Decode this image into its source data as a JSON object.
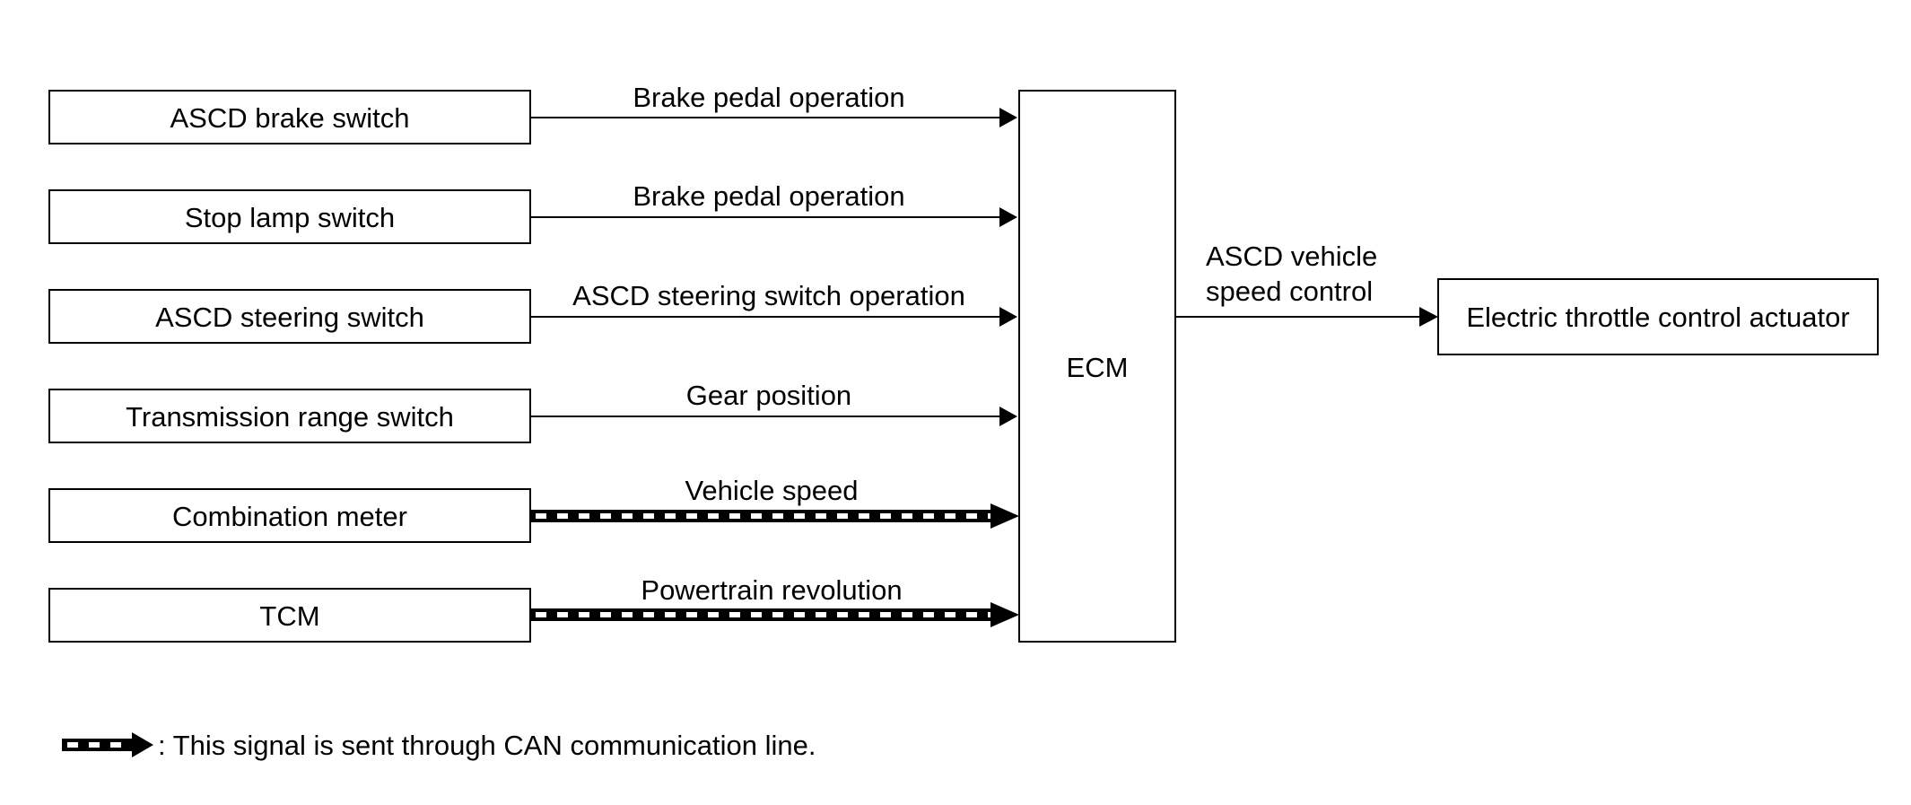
{
  "inputs": [
    {
      "label": "ASCD brake switch",
      "signal": "Brake pedal operation",
      "can": false
    },
    {
      "label": "Stop lamp switch",
      "signal": "Brake pedal operation",
      "can": false
    },
    {
      "label": "ASCD steering switch",
      "signal": "ASCD steering switch operation",
      "can": false
    },
    {
      "label": "Transmission range switch",
      "signal": "Gear position",
      "can": false
    },
    {
      "label": "Combination meter",
      "signal": "Vehicle speed",
      "can": true
    },
    {
      "label": "TCM",
      "signal": "Powertrain revolution",
      "can": true
    }
  ],
  "ecm": {
    "label": "ECM"
  },
  "output": {
    "signal_line1": "ASCD vehicle",
    "signal_line2": "speed control",
    "label": "Electric throttle control actuator"
  },
  "legend": {
    "text": ": This signal is sent through CAN communication line."
  }
}
